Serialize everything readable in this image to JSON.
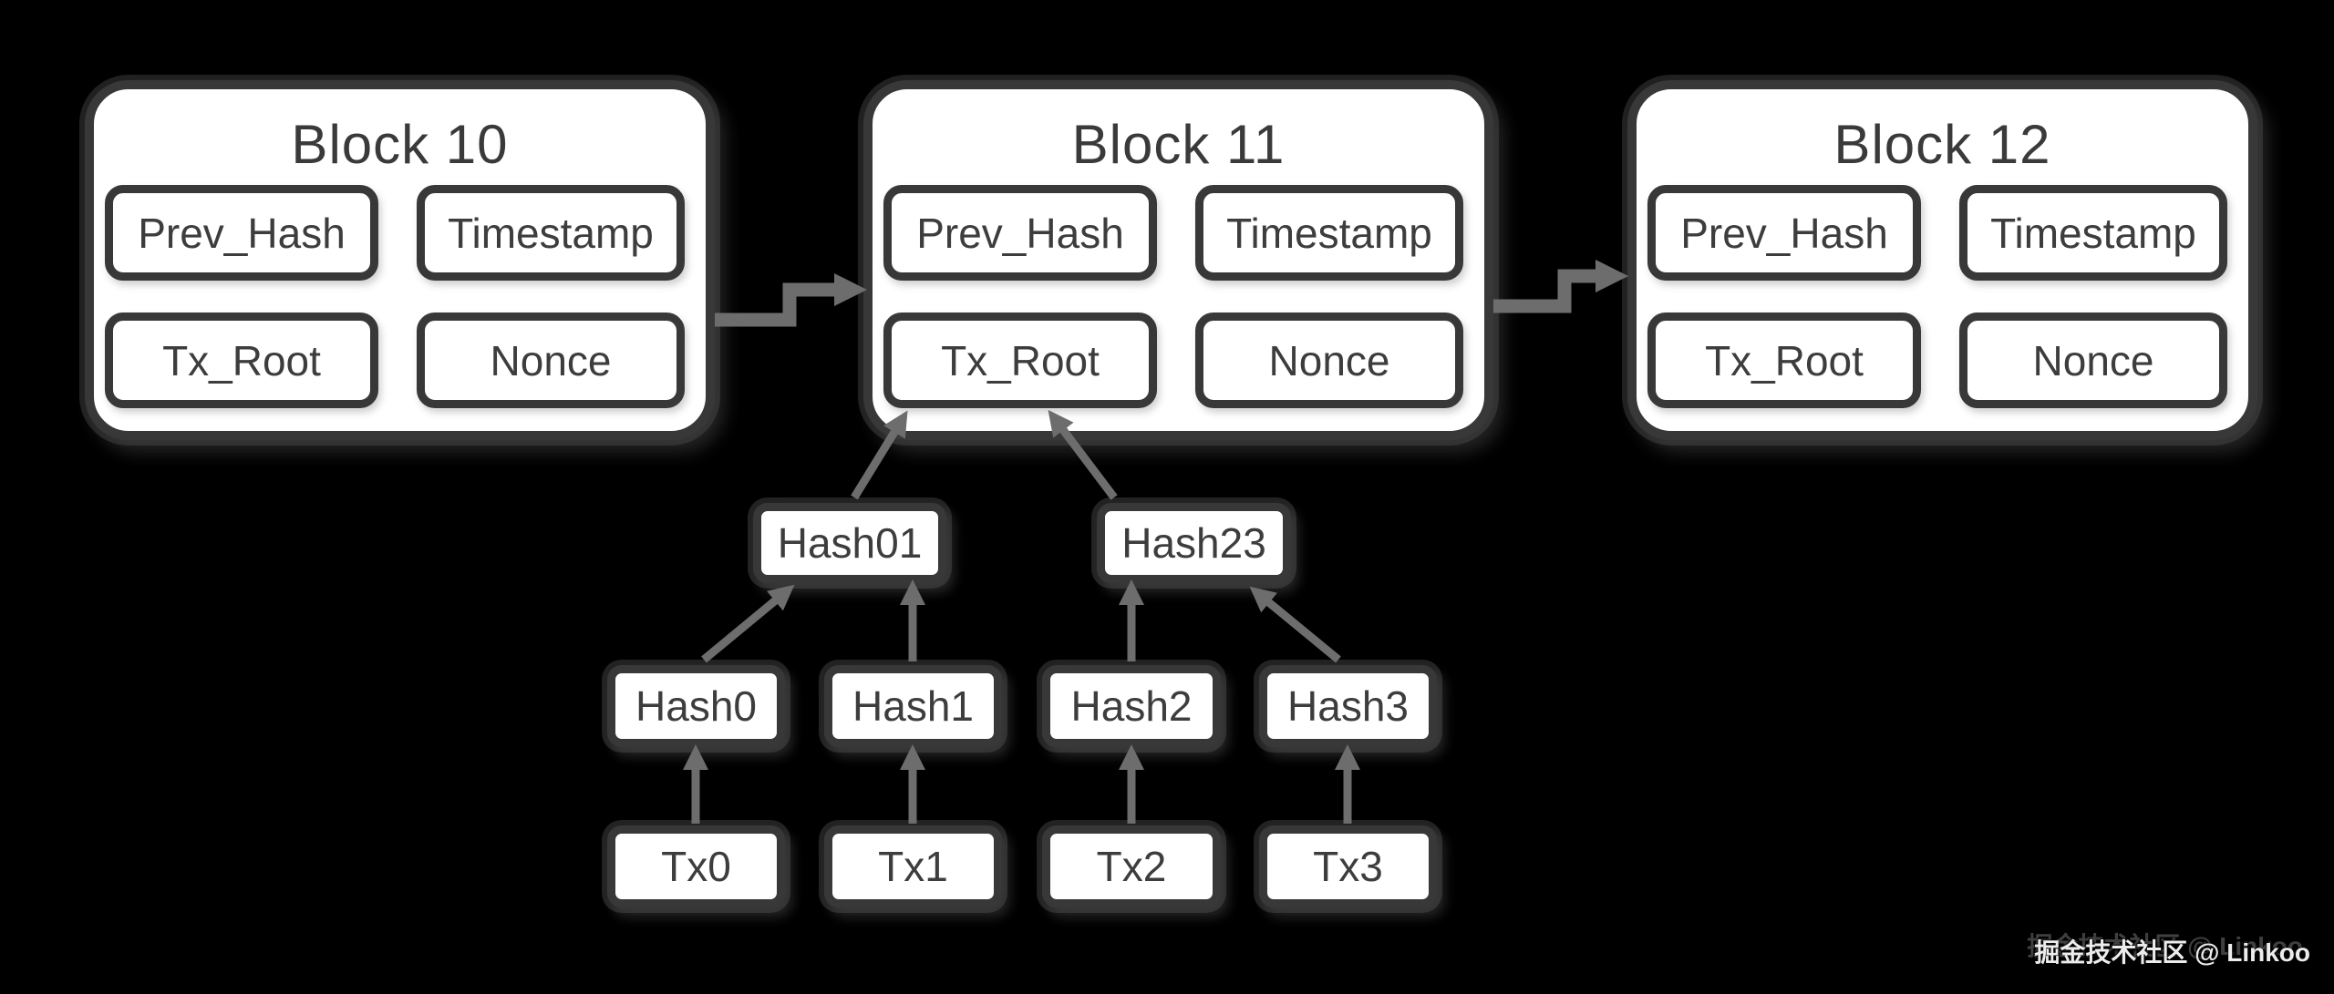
{
  "colors": {
    "background": "#000000",
    "box_fill": "#ffffff",
    "box_border": "#383838",
    "text": "#3a3a3a",
    "arrow": "#6d6d6d",
    "watermark_text": "#ececec"
  },
  "blocks": [
    {
      "title": "Block 10",
      "fields": [
        "Prev_Hash",
        "Timestamp",
        "Tx_Root",
        "Nonce"
      ]
    },
    {
      "title": "Block 11",
      "fields": [
        "Prev_Hash",
        "Timestamp",
        "Tx_Root",
        "Nonce"
      ]
    },
    {
      "title": "Block 12",
      "fields": [
        "Prev_Hash",
        "Timestamp",
        "Tx_Root",
        "Nonce"
      ]
    }
  ],
  "merkle": {
    "level1": [
      "Hash01",
      "Hash23"
    ],
    "level2": [
      "Hash0",
      "Hash1",
      "Hash2",
      "Hash3"
    ],
    "level3": [
      "Tx0",
      "Tx1",
      "Tx2",
      "Tx3"
    ]
  },
  "edges": [
    {
      "from": "Block 10",
      "to": "Block 11"
    },
    {
      "from": "Block 11",
      "to": "Block 12"
    },
    {
      "from": "Hash01",
      "to": "Tx_Root (Block 11)"
    },
    {
      "from": "Hash23",
      "to": "Tx_Root (Block 11)"
    },
    {
      "from": "Hash0",
      "to": "Hash01"
    },
    {
      "from": "Hash1",
      "to": "Hash01"
    },
    {
      "from": "Hash2",
      "to": "Hash23"
    },
    {
      "from": "Hash3",
      "to": "Hash23"
    },
    {
      "from": "Tx0",
      "to": "Hash0"
    },
    {
      "from": "Tx1",
      "to": "Hash1"
    },
    {
      "from": "Tx2",
      "to": "Hash2"
    },
    {
      "from": "Tx3",
      "to": "Hash3"
    }
  ],
  "watermark": {
    "text": "掘金技术社区 @ Linkoo"
  }
}
